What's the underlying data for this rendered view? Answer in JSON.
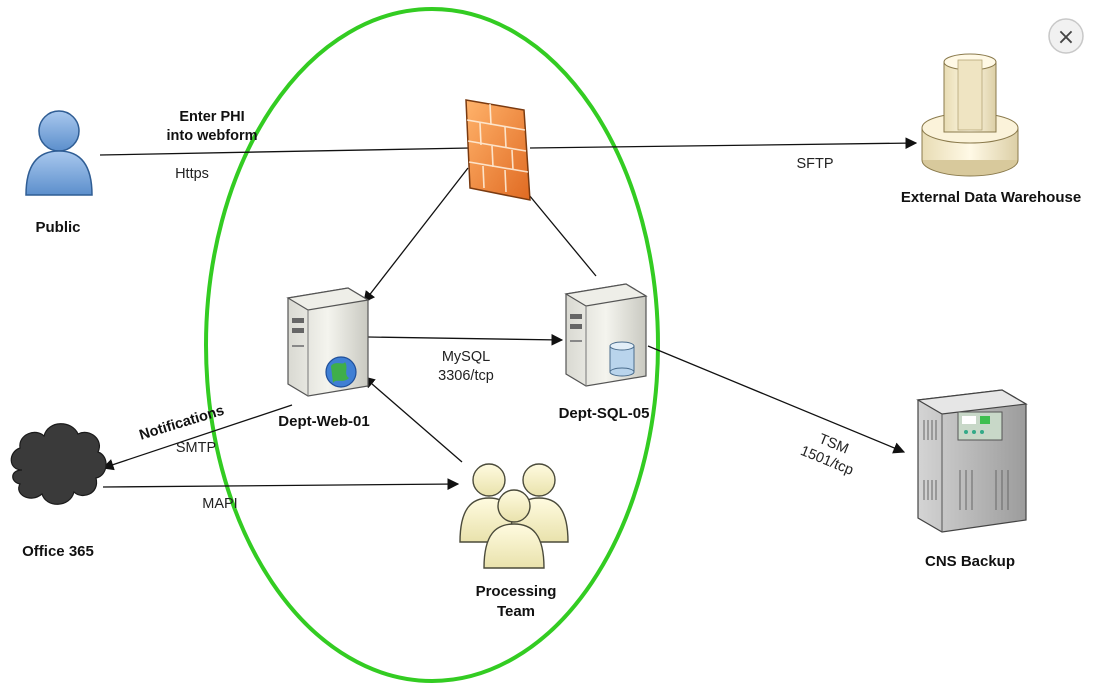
{
  "nodes": {
    "public": "Public",
    "firewall": "",
    "warehouse": "External Data Warehouse",
    "web_server": "Dept-Web-01",
    "sql_server": "Dept-SQL-05",
    "backup": "CNS Backup",
    "office": "Office 365",
    "team_line1": "Processing",
    "team_line2": "Team"
  },
  "edges": {
    "webform_line1": "Enter PHI",
    "webform_line2": "into webform",
    "https": "Https",
    "sftp": "SFTP",
    "mysql_line1": "MySQL",
    "mysql_line2": "3306/tcp",
    "tsm_line1": "TSM",
    "tsm_line2": "1501/tcp",
    "notifications": "Notifications",
    "smtp": "SMTP",
    "mapi": "MAPI"
  },
  "controls": {
    "close_glyph": "×"
  },
  "colors": {
    "boundary": "#33cc22",
    "firewall": "#f08a3c",
    "user": "#7ea8d8",
    "team": "#f3efc6",
    "cloud": "#3a3a3a"
  }
}
